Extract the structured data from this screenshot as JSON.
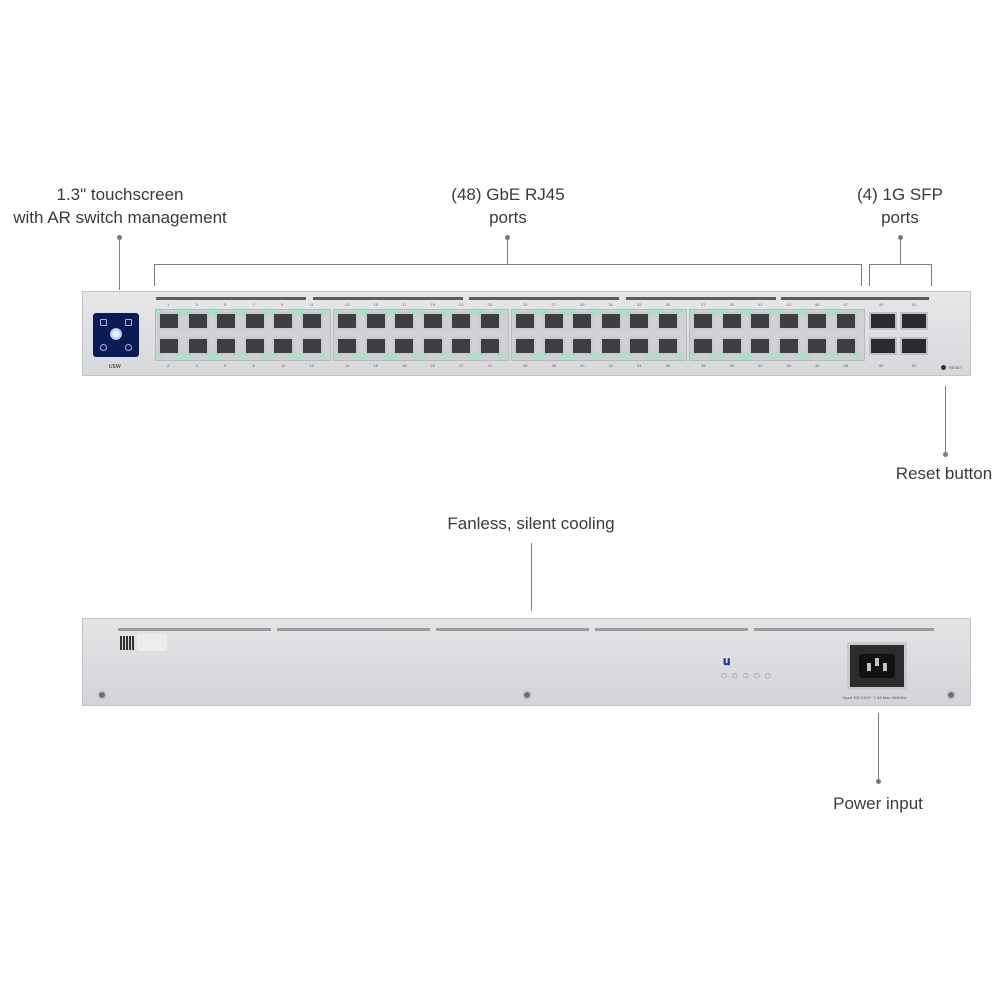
{
  "callouts": {
    "touchscreen": [
      "1.3\" touchscreen",
      "with AR switch management"
    ],
    "rj45": [
      "(48) GbE RJ45",
      "ports"
    ],
    "sfp": [
      "(4) 1G SFP",
      "ports"
    ],
    "reset": "Reset button",
    "cooling": "Fanless, silent cooling",
    "power": "Power input"
  },
  "front": {
    "model_label": "USW",
    "reset_label": "RESET",
    "top_port_numbers": [
      "1",
      "3",
      "5",
      "7",
      "9",
      "11",
      "13",
      "15",
      "17",
      "19",
      "21",
      "23",
      "25",
      "27",
      "29",
      "31",
      "33",
      "35",
      "37",
      "39",
      "41",
      "43",
      "45",
      "47"
    ],
    "bottom_port_numbers": [
      "2",
      "4",
      "6",
      "8",
      "10",
      "12",
      "14",
      "16",
      "18",
      "20",
      "22",
      "24",
      "26",
      "28",
      "30",
      "32",
      "34",
      "36",
      "38",
      "40",
      "42",
      "44",
      "46",
      "48"
    ],
    "sfp_top_numbers": [
      "49",
      "51"
    ],
    "sfp_bottom_numbers": [
      "50",
      "52"
    ]
  },
  "rear": {
    "power_spec": "Input 100-240V~ 1.5A Max 50/60Hz"
  },
  "colors": {
    "led": "#2dff8a",
    "screen": "#0b1a52",
    "chassis": "#dfe0e2"
  },
  "icons": [
    "touchscreen-icon",
    "screw-icon",
    "power-socket-icon",
    "qr-code-icon",
    "ubiquiti-logo-icon"
  ]
}
